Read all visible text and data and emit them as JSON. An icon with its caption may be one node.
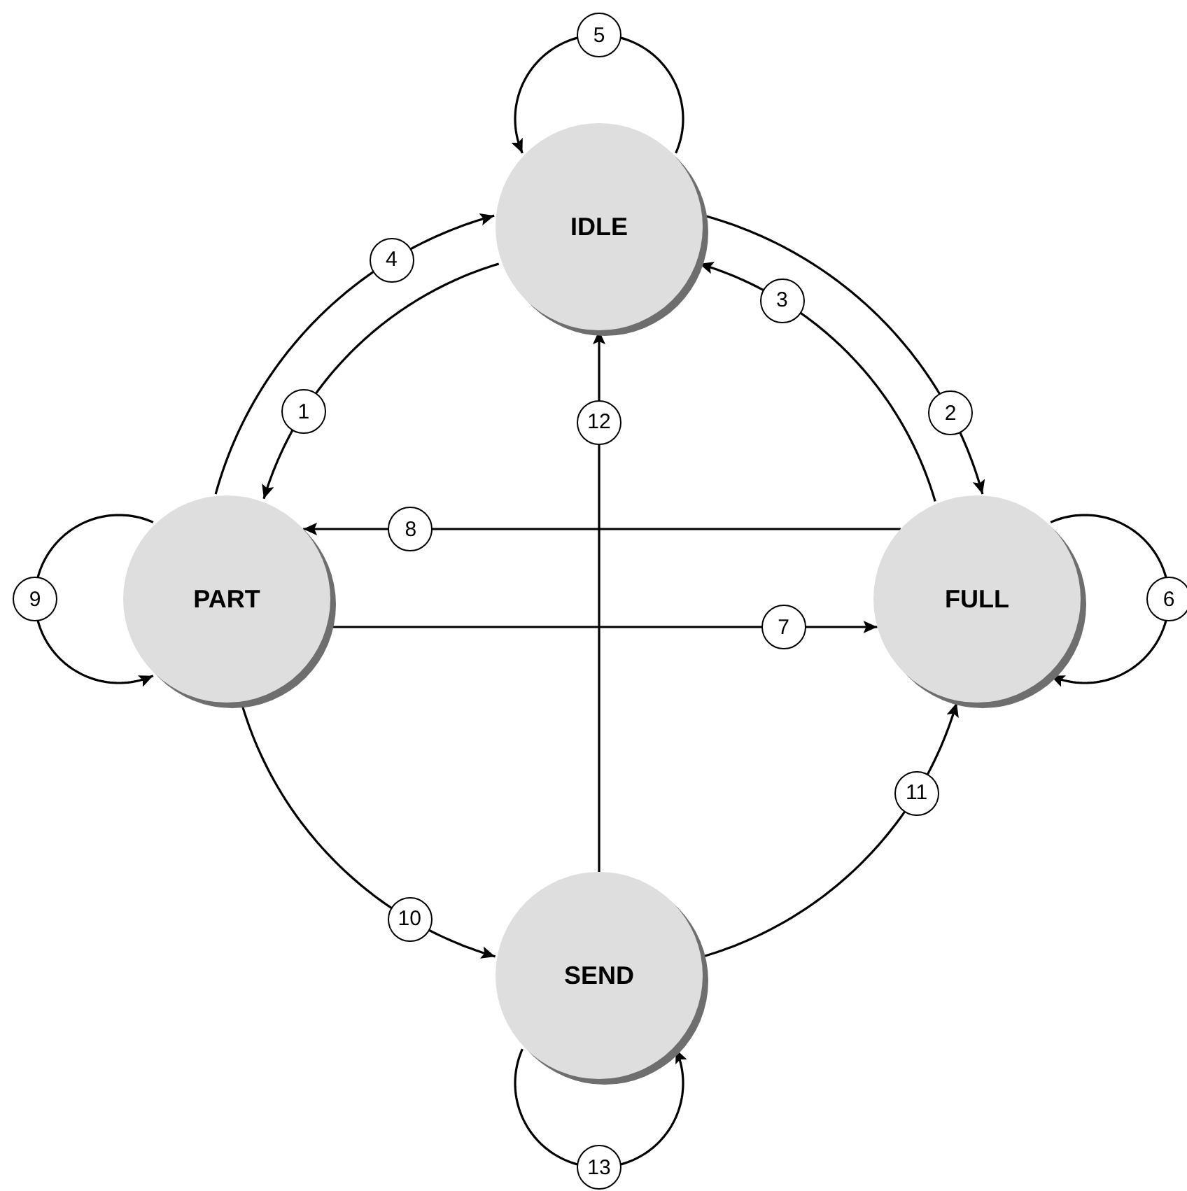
{
  "diagram": {
    "nodes": [
      {
        "text": [
          "IDLE"
        ]
      },
      {
        "text": [
          "PART"
        ]
      },
      {
        "text": [
          "FULL"
        ]
      },
      {
        "text": [
          "SEND"
        ]
      }
    ],
    "edges": [
      {
        "from": 0,
        "to": 1,
        "arrow": "to",
        "label": "1"
      },
      {
        "from": 0,
        "to": 2,
        "arrow": "to",
        "label": "2"
      },
      {
        "from": 2,
        "to": 0,
        "arrow": "to",
        "label": "3"
      },
      {
        "from": 1,
        "to": 0,
        "arrow": "to",
        "label": "4"
      },
      {
        "from": 0,
        "to": 0,
        "arrow": "to",
        "label": "5"
      },
      {
        "from": 2,
        "to": 2,
        "arrow": "to",
        "label": "6"
      },
      {
        "from": 1,
        "to": 2,
        "arrow": "to",
        "label": "7"
      },
      {
        "from": 2,
        "to": 1,
        "arrow": "to",
        "label": "8"
      },
      {
        "from": 1,
        "to": 1,
        "arrow": "to",
        "label": "9"
      },
      {
        "from": 1,
        "to": 3,
        "arrow": "to",
        "label": "10"
      },
      {
        "from": 3,
        "to": 2,
        "arrow": "to",
        "label": "11"
      },
      {
        "from": 3,
        "to": 0,
        "arrow": "to",
        "label": "12"
      },
      {
        "from": 3,
        "to": 3,
        "arrow": "to",
        "label": "13"
      }
    ]
  }
}
